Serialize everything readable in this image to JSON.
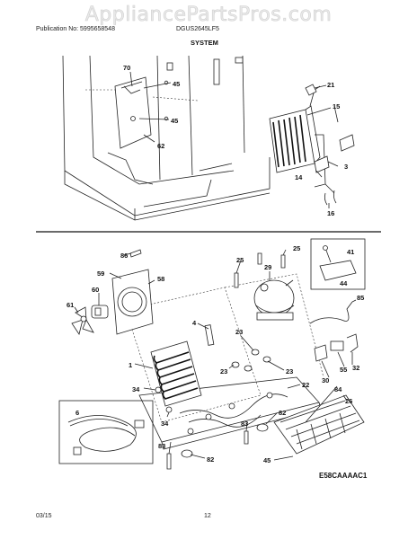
{
  "watermark": "AppliancePartsPros.com",
  "header": {
    "publication": "Publication No: 5995658548",
    "model": "DGUS2645LF5",
    "section": "SYSTEM"
  },
  "footer": {
    "date": "03/15",
    "page": "12",
    "diagram_code": "E58CAAAAC1"
  },
  "callouts": {
    "c70": "70",
    "c45a": "45",
    "c45b": "45",
    "c62": "62",
    "c21": "21",
    "c15": "15",
    "c3": "3",
    "c14": "14",
    "c16": "16",
    "c86": "86",
    "c59": "59",
    "c58": "58",
    "c60": "60",
    "c61": "61",
    "c4": "4",
    "c1": "1",
    "c34a": "34",
    "c34b": "34",
    "c25a": "25",
    "c25b": "25",
    "c29": "29",
    "c23a": "23",
    "c23b": "23",
    "c23c": "23",
    "c41": "41",
    "c44": "44",
    "c85": "85",
    "c55": "55",
    "c30": "30",
    "c32": "32",
    "c22": "22",
    "c84": "84",
    "c26": "26",
    "c82a": "82",
    "c82b": "82",
    "c83a": "83",
    "c83b": "83",
    "c6": "6",
    "c45c": "45"
  }
}
